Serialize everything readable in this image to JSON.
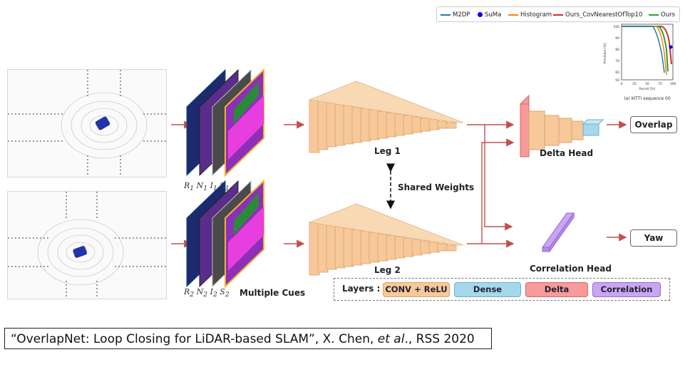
{
  "legend": {
    "items": [
      {
        "label": "M2DP",
        "color": "#1f77b4"
      },
      {
        "label": "SuMa",
        "color": "#0000ee",
        "marker": "dot"
      },
      {
        "label": "Histogram",
        "color": "#ff7f0e"
      },
      {
        "label": "Ours_CovNearestOfTop10",
        "color": "#d62728"
      },
      {
        "label": "Ours",
        "color": "#2ca02c"
      }
    ]
  },
  "pr_plot": {
    "caption": "(a) KITTI sequence 00",
    "xlabel": "Recall [%]",
    "ylabel": "Precision [%]",
    "xticks": [
      "0",
      "25",
      "50",
      "75",
      "100"
    ],
    "yticks": [
      "100",
      "90",
      "80",
      "70",
      "60",
      "50"
    ]
  },
  "network": {
    "leg1": "Leg 1",
    "leg2": "Leg 2",
    "shared": "Shared Weights",
    "delta_head": "Delta Head",
    "correlation_head": "Correlation Head",
    "overlap": "Overlap",
    "yaw": "Yaw",
    "multiple_cues": "Multiple Cues",
    "cues1": [
      "R",
      "N",
      "I",
      "S"
    ],
    "cues_sub1": "1",
    "cues_sub2": "2"
  },
  "layers_legend": {
    "title": "Layers :",
    "items": [
      {
        "label": "CONV + ReLU",
        "color": "#f7c99a",
        "border": "#d9a36b"
      },
      {
        "label": "Dense",
        "color": "#a6d8ec",
        "border": "#6aaecb"
      },
      {
        "label": "Delta",
        "color": "#f79a9a",
        "border": "#d96464"
      },
      {
        "label": "Correlation",
        "color": "#c9a6f0",
        "border": "#9a66d9"
      }
    ]
  },
  "citation": {
    "pre": "“OverlapNet: Loop Closing for LiDAR-based SLAM”, X. Chen, ",
    "italic": "et al",
    "post": "., RSS 2020"
  }
}
